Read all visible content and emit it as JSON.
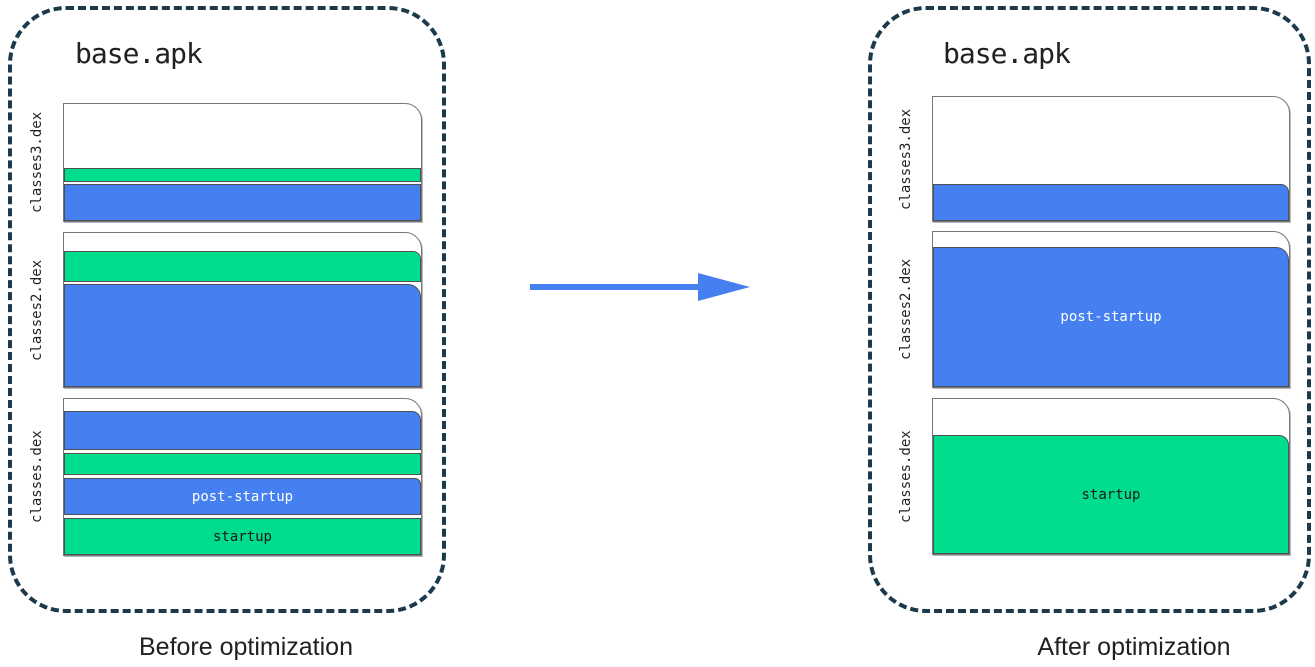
{
  "colors": {
    "startup_green": "#00dd8d",
    "post_startup_blue": "#4680f0",
    "container_dash": "#1c3a4c",
    "arrow_blue": "#4680f0"
  },
  "panels": {
    "before": {
      "title": "base.apk",
      "caption": "Before optimization",
      "file_labels": {
        "classes3": "classes3.dex",
        "classes2": "classes2.dex",
        "classes1": "classes.dex"
      },
      "block_labels": {
        "post_startup": "post-startup",
        "startup": "startup"
      }
    },
    "after": {
      "title": "base.apk",
      "caption": "After optimization",
      "file_labels": {
        "classes3": "classes3.dex",
        "classes2": "classes2.dex",
        "classes1": "classes.dex"
      },
      "block_labels": {
        "post_startup": "post-startup",
        "startup": "startup"
      }
    }
  }
}
